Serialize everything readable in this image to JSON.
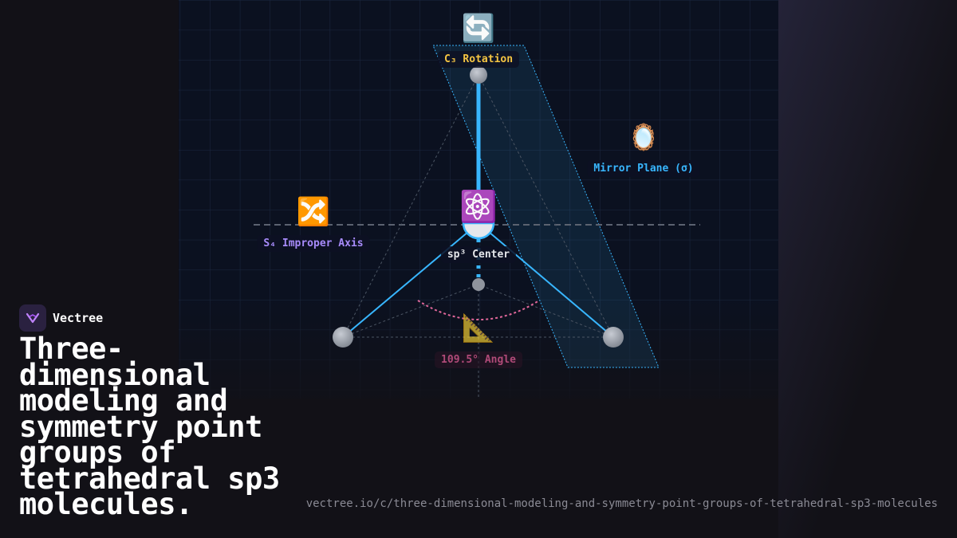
{
  "brand": {
    "name": "Vectree"
  },
  "headline": "Three-dimensional modeling and symmetry point groups of tetrahedral sp3 molecules.",
  "url": "vectree.io/c/three-dimensional-modeling-and-symmetry-point-groups-of-tetrahedral-sp3-molecules",
  "diagram": {
    "labels": {
      "c3": "C₃ Rotation",
      "mirror": "Mirror Plane (σ)",
      "s4": "S₄ Improper Axis",
      "center": "sp³ Center",
      "angle": "109.5° Angle"
    },
    "icons": {
      "c3": "🔄",
      "mirror": "🪞",
      "s4": "🔀",
      "center": "⚛️",
      "angle": "📐"
    }
  },
  "colors": {
    "background": "#121117",
    "grid_panel": "#0b1120",
    "bond": "#38b6ff",
    "c3_label": "#f5c542",
    "mirror_label": "#38b6ff",
    "s4_label": "#a78bfa",
    "angle_arc": "#e0679a",
    "atom": "#9ca3af"
  }
}
